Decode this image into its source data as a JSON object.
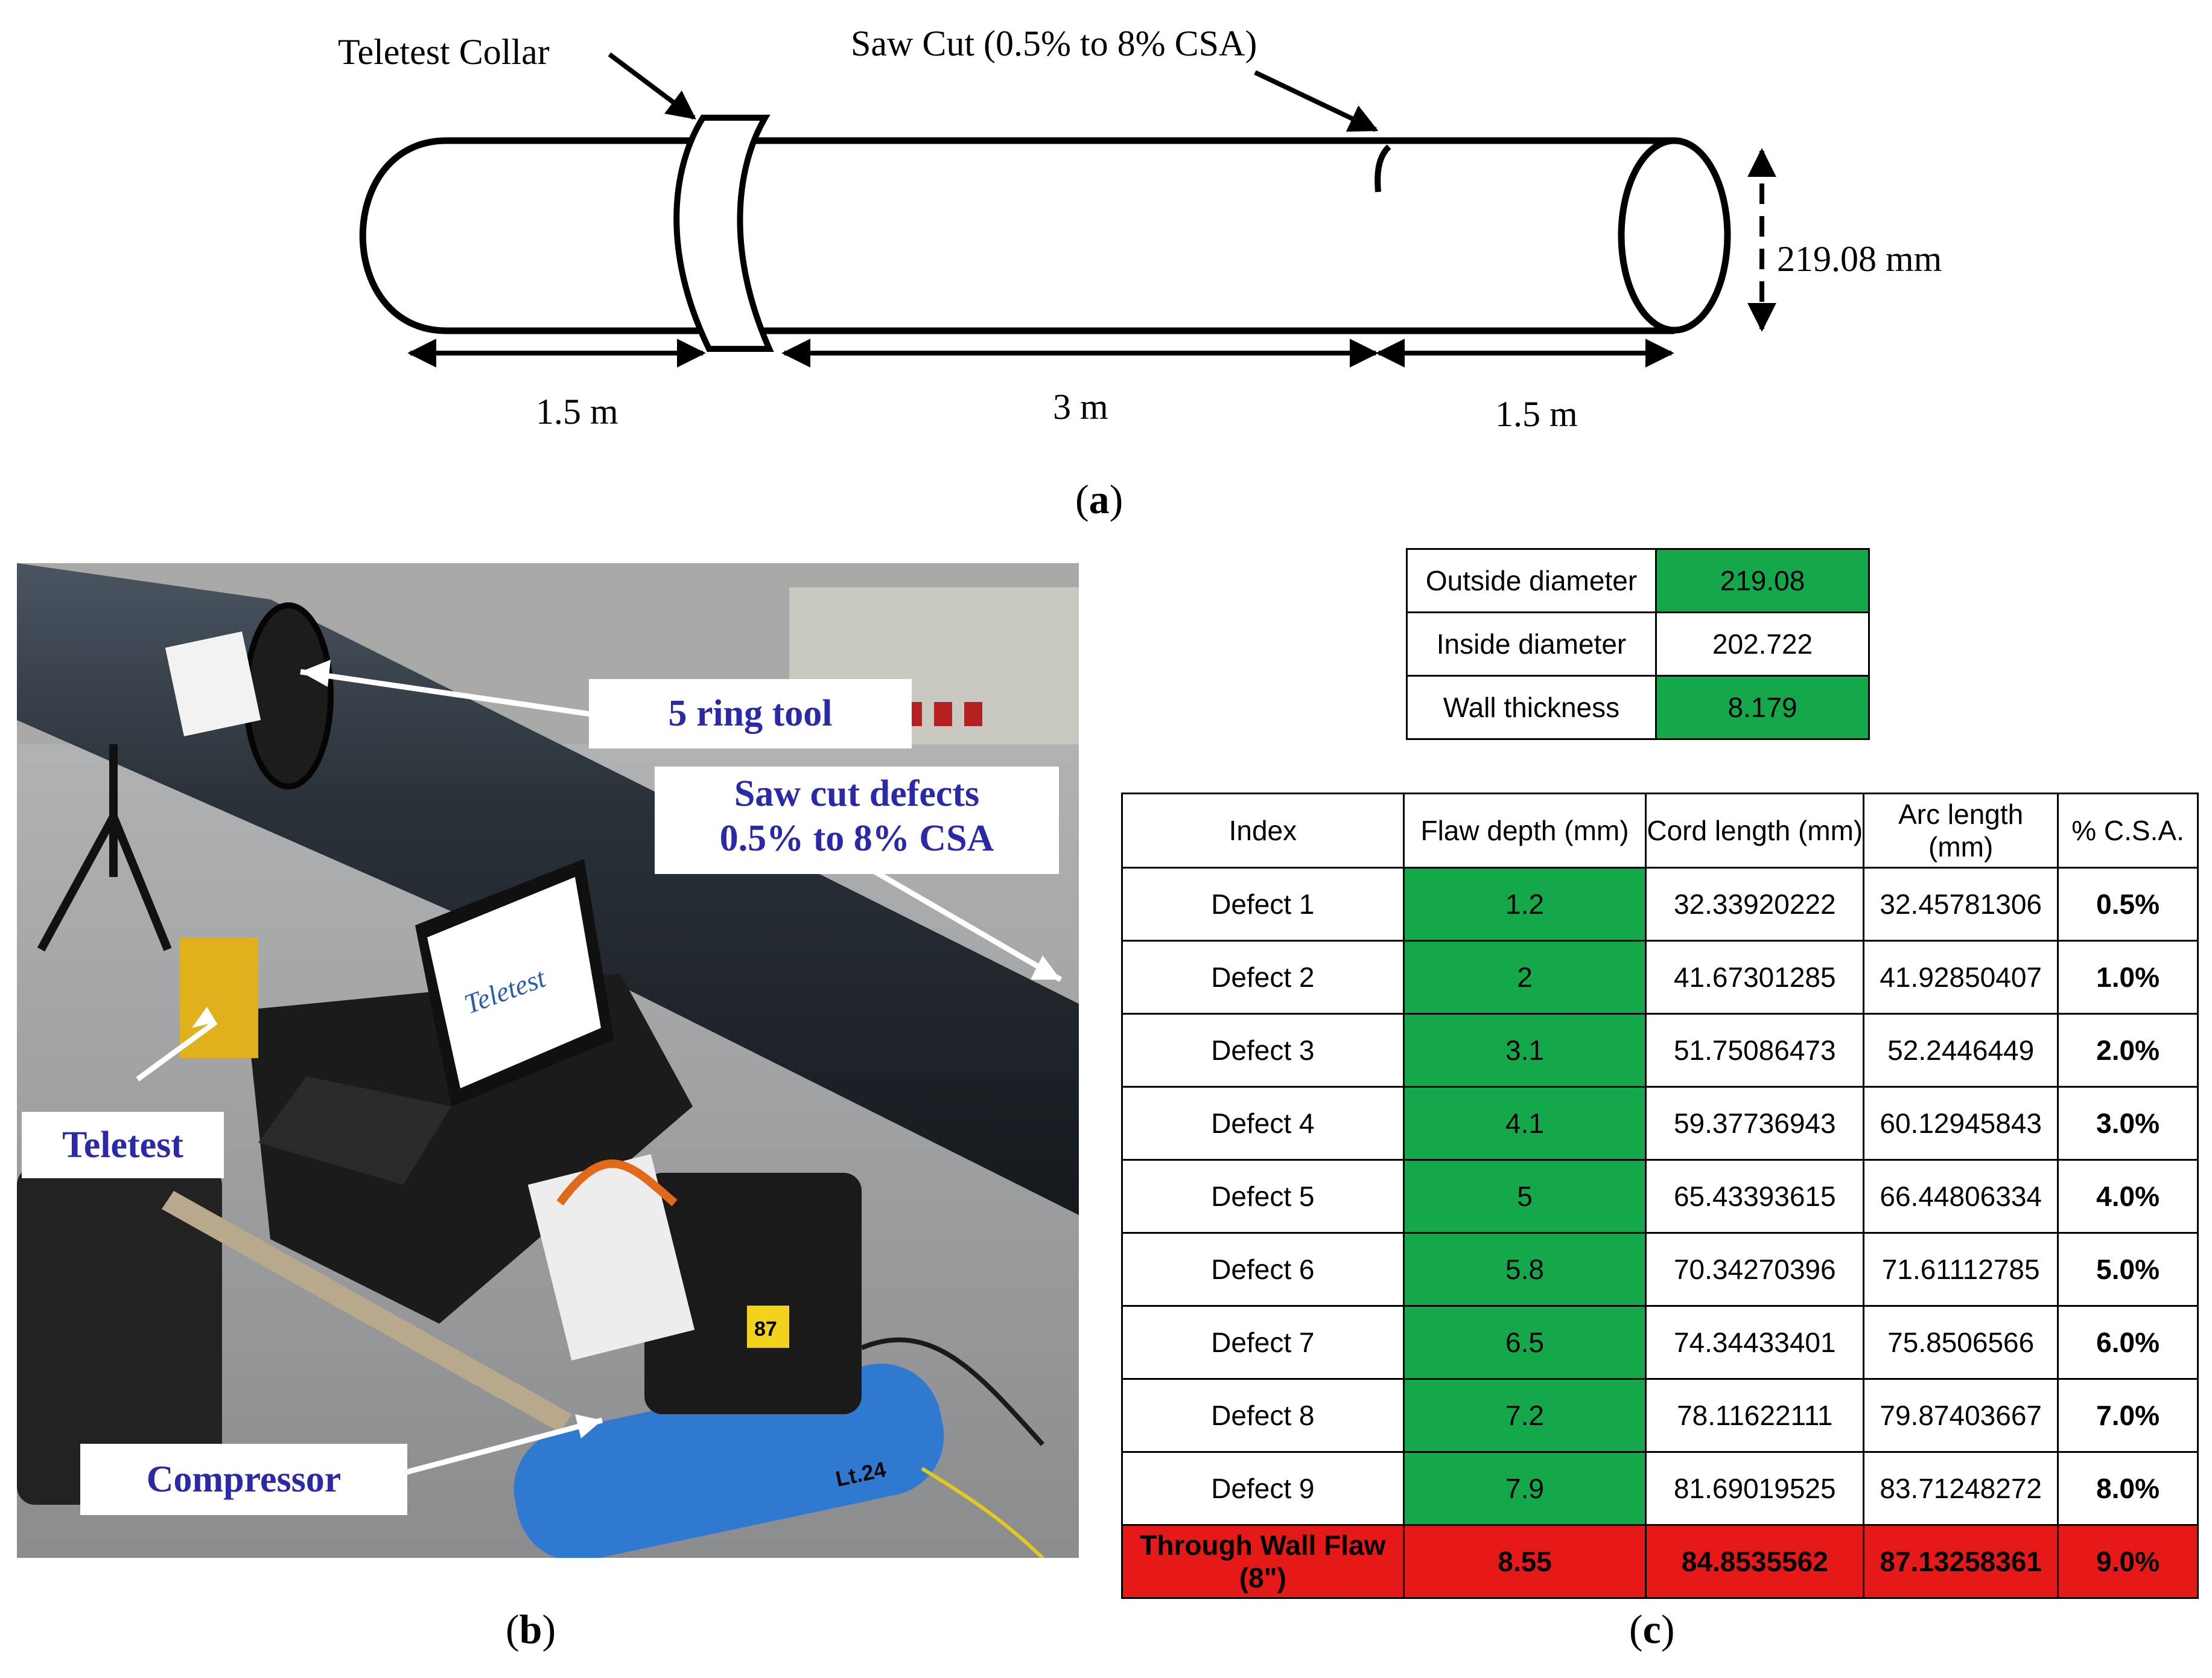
{
  "panel_a": {
    "collar_label": "Teletest Collar",
    "sawcut_label": "Saw Cut (0.5% to 8% CSA)",
    "diameter_label": "219.08 mm",
    "segment_left": "1.5 m",
    "segment_middle": "3 m",
    "segment_right": "1.5 m",
    "caption_open": "(",
    "caption_letter": "a",
    "caption_close": ")"
  },
  "panel_b": {
    "callout_ring_tool": "5 ring tool",
    "callout_sawcut_line1": "Saw cut defects",
    "callout_sawcut_line2": "0.5% to 8% CSA",
    "callout_teletest": "Teletest",
    "callout_compressor": "Compressor",
    "laptop_logo": "Teletest",
    "compressor_model": "Lt.24",
    "gauge_badge": "87",
    "caption_open": "(",
    "caption_letter": "b",
    "caption_close": ")"
  },
  "panel_c": {
    "properties": [
      {
        "label": "Outside diameter",
        "value": "219.08",
        "highlight": true
      },
      {
        "label": "Inside diameter",
        "value": "202.722",
        "highlight": false
      },
      {
        "label": "Wall thickness",
        "value": "8.179",
        "highlight": true
      }
    ],
    "headers": [
      "Index",
      "Flaw depth (mm)",
      "Cord length (mm)",
      "Arc length (mm)",
      "% C.S.A."
    ],
    "rows": [
      [
        "Defect 1",
        "1.2",
        "32.33920222",
        "32.45781306",
        "0.5%"
      ],
      [
        "Defect 2",
        "2",
        "41.67301285",
        "41.92850407",
        "1.0%"
      ],
      [
        "Defect 3",
        "3.1",
        "51.75086473",
        "52.2446449",
        "2.0%"
      ],
      [
        "Defect 4",
        "4.1",
        "59.37736943",
        "60.12945843",
        "3.0%"
      ],
      [
        "Defect 5",
        "5",
        "65.43393615",
        "66.44806334",
        "4.0%"
      ],
      [
        "Defect 6",
        "5.8",
        "70.34270396",
        "71.61112785",
        "5.0%"
      ],
      [
        "Defect 7",
        "6.5",
        "74.34433401",
        "75.8506566",
        "6.0%"
      ],
      [
        "Defect 8",
        "7.2",
        "78.11622111",
        "79.87403667",
        "7.0%"
      ],
      [
        "Defect 9",
        "7.9",
        "81.69019525",
        "83.71248272",
        "8.0%"
      ]
    ],
    "through_wall": [
      "Through Wall Flaw (8\")",
      "8.55",
      "84.8535562",
      "87.13258361",
      "9.0%"
    ],
    "caption_open": "(",
    "caption_letter": "c",
    "caption_close": ")"
  },
  "colors": {
    "highlight_green": "#14a84a",
    "highlight_red": "#e61919",
    "callout_text": "#2a2aa8"
  }
}
